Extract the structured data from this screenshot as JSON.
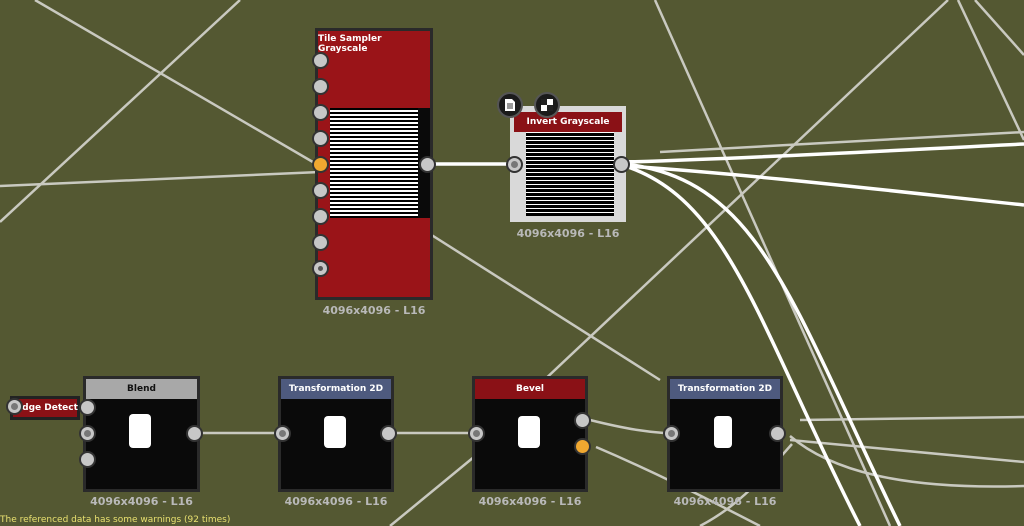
{
  "nodes": {
    "tile_sampler": {
      "title": "Tile Sampler Grayscale",
      "resolution": "4096x4096 - L16",
      "header_color": "#9a1418"
    },
    "invert": {
      "title": "Invert Grayscale",
      "resolution": "4096x4096 - L16",
      "header_color": "#8a1116"
    },
    "edge_detect": {
      "title": "Edge Detect",
      "header_color": "#8a1116"
    },
    "blend": {
      "title": "Blend",
      "resolution": "4096x4096 - L16",
      "header_color": "#a8a8a8"
    },
    "transform1": {
      "title": "Transformation 2D",
      "resolution": "4096x4096 - L16",
      "header_color": "#4e5a7e"
    },
    "bevel": {
      "title": "Bevel",
      "resolution": "4096x4096 - L16",
      "header_color": "#8a1116"
    },
    "transform2": {
      "title": "Transformation 2D",
      "resolution": "4096x4096 - L16",
      "header_color": "#4e5a7e"
    }
  },
  "status": {
    "warning": "The referenced data has some warnings (92 times)"
  },
  "icons": {
    "document": "document-icon",
    "checker": "checker-icon"
  },
  "colors": {
    "canvas": "#545832",
    "wire": "#d9d9d9",
    "socket_active": "#f0a830"
  }
}
